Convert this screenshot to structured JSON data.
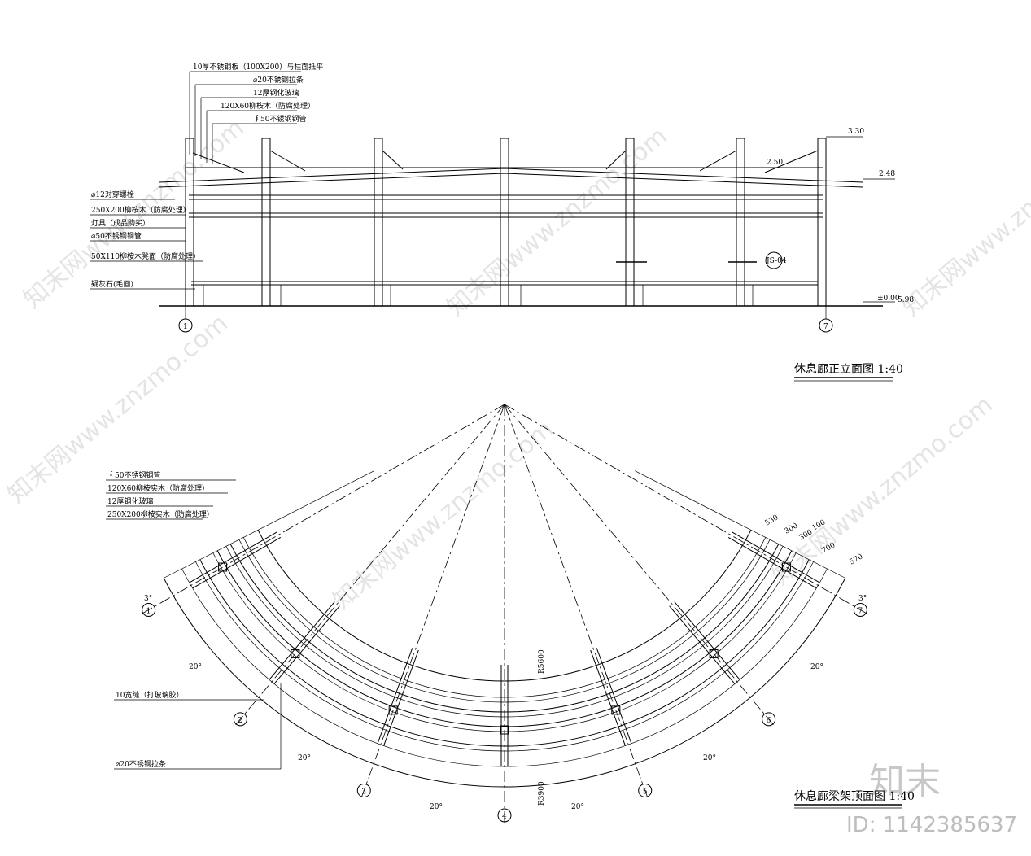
{
  "watermark": {
    "text": "知末网www.znzmo.com",
    "brand": "知末",
    "id": "ID: 1142385637"
  },
  "elevation": {
    "title": "休息廊正立面图 1:40",
    "callouts_top": [
      "10厚不锈钢板（100X200）与柱面抵平",
      "⌀20不锈钢拉条",
      "12厚钢化玻璃",
      "120X60柳桉木（防腐处理）",
      "∮50不锈钢钢管"
    ],
    "callouts_left": [
      "⌀12对穿螺栓",
      "250X200柳桉木（防腐处理）",
      "灯具（成品购买）",
      "⌀50不锈钢钢管",
      "50X110柳桉木凳面（防腐处理）",
      "疑灰石(毛面)"
    ],
    "levels": [
      "3.30",
      "2.50",
      "2.48",
      "±0.00",
      "5.98"
    ],
    "detail_tag": "JS-04",
    "axes": [
      "1",
      "7"
    ]
  },
  "plan": {
    "title": "休息廊梁架顶面图 1:40",
    "callouts_left": [
      "∮50不锈钢钢管",
      "120X60柳桉实木（防腐处理）",
      "12厚钢化玻璃",
      "250X200柳桉实木（防腐处理）"
    ],
    "callouts_lower": [
      "10宽缝（打玻璃胶）",
      "⌀20不锈钢拉条"
    ],
    "axes": [
      "1",
      "2",
      "3",
      "4",
      "5",
      "6",
      "7"
    ],
    "angles": [
      "20°",
      "20°",
      "20°",
      "20°",
      "20°",
      "20°",
      "3°",
      "3°"
    ],
    "radii": [
      "R5600",
      "R3900"
    ],
    "dims": [
      "530",
      "300",
      "300",
      "100",
      "700",
      "570"
    ]
  }
}
